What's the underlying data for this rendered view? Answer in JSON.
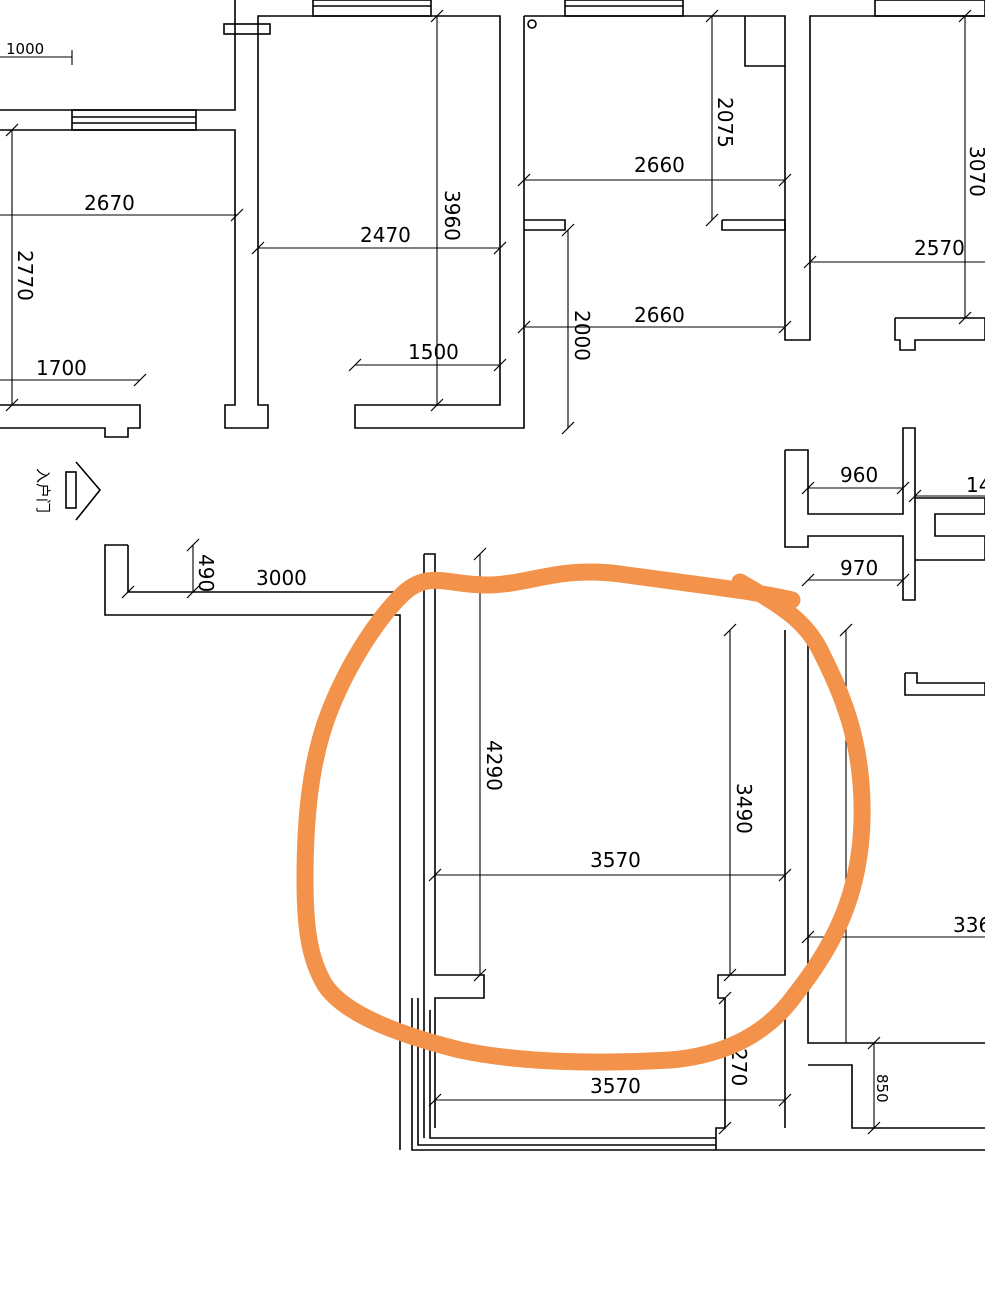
{
  "labels": {
    "entrance": "入户门"
  },
  "dimensions": {
    "d1000": "1000",
    "d2670": "2670",
    "d2770": "2770",
    "d1700": "1700",
    "d2470": "2470",
    "d3960": "3960",
    "d1500": "1500",
    "d2075": "2075",
    "d2660a": "2660",
    "d2000": "2000",
    "d2660b": "2660",
    "d3070": "3070",
    "d2570": "2570",
    "d960": "960",
    "d14": "14",
    "d970": "970",
    "d490": "490",
    "d3000": "3000",
    "d4290": "4290",
    "d3490": "3490",
    "d3570a": "3570",
    "d336": "336",
    "d3570b": "3570",
    "d270": "270",
    "d850": "850"
  },
  "colors": {
    "marker": "#f2924b",
    "lines": "#000000",
    "background": "#ffffff"
  }
}
